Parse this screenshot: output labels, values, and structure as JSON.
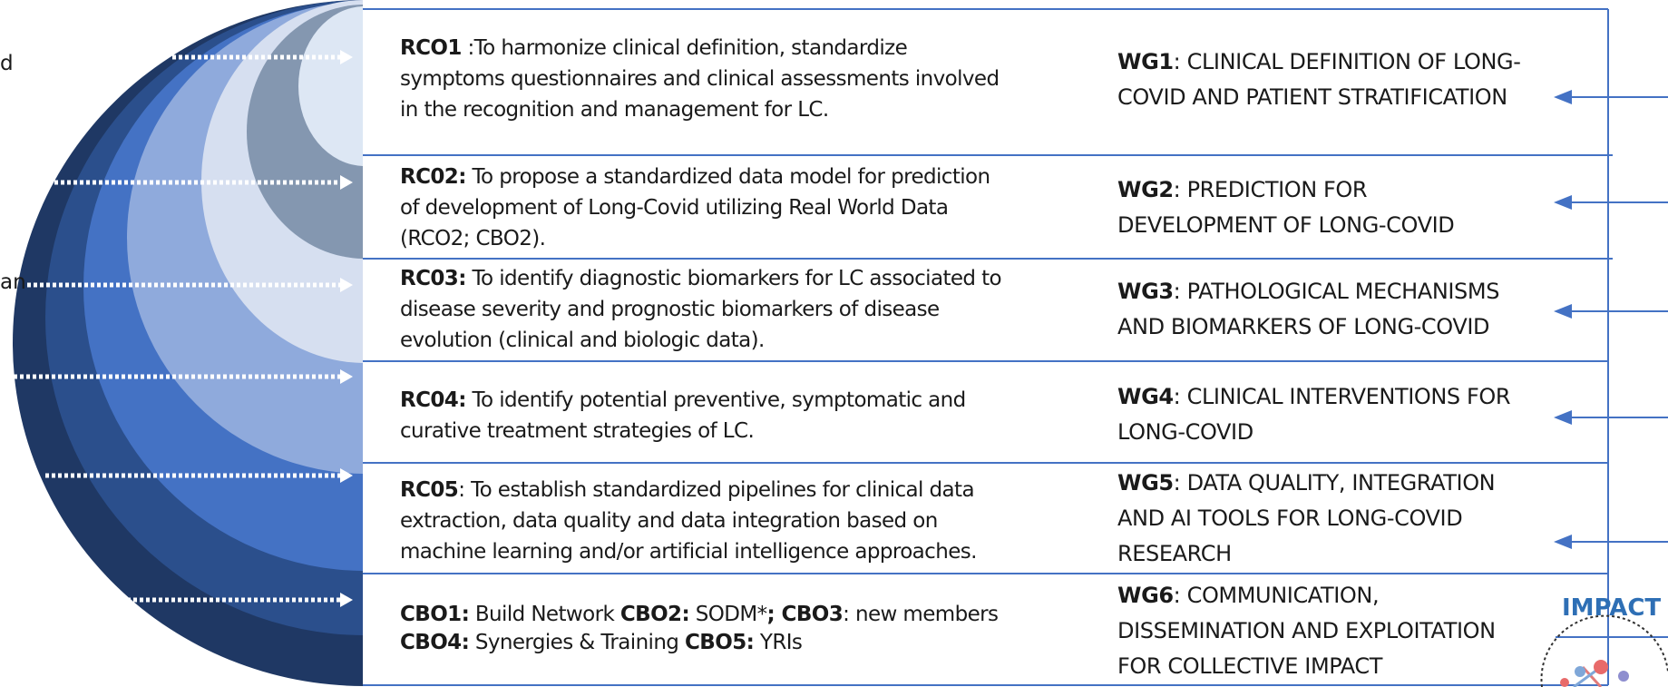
{
  "left_fragments": [
    "d",
    "an"
  ],
  "objectives": [
    {
      "id": "RCO1",
      "label": "RCO1",
      "text_line1": " :To harmonize clinical definition, standardize",
      "text_line2": "symptoms questionnaires and clinical assessments involved",
      "text_line3": "in the recognition and management for LC."
    },
    {
      "id": "RC02",
      "label": "RC02:",
      "text_line1": " To propose a standardized data model for prediction",
      "text_line2": "of development of Long-Covid utilizing Real World Data",
      "text_line3": "(RCO2; CBO2)."
    },
    {
      "id": "RC03",
      "label": "RC03:",
      "text_line1": " To identify diagnostic biomarkers for LC associated to",
      "text_line2": "disease severity and prognostic biomarkers of disease",
      "text_line3": "evolution (clinical and biologic data)."
    },
    {
      "id": "RC04",
      "label": "RC04:",
      "text_line1": " To identify potential preventive, symptomatic and",
      "text_line2": "curative treatment strategies of LC."
    },
    {
      "id": "RC05",
      "label": "RC05",
      "text_line1": ": To establish standardized pipelines for clinical data",
      "text_line2": "extraction, data quality and data integration based on",
      "text_line3": "machine learning  and/or artificial intelligence approaches."
    },
    {
      "id": "CBO",
      "cbo1_label": "CBO1:",
      "cbo1_text": " Build Network ",
      "cbo2_label": "CBO2:",
      "cbo2_text": " SODM*",
      "cbo3_label": "; CBO3",
      "cbo3_text": ": new members",
      "cbo4_label": "CBO4:",
      "cbo4_text": " Synergies &  Training ",
      "cbo5_label": "CBO5:",
      "cbo5_text": " YRIs"
    }
  ],
  "working_groups": [
    {
      "label": "WG1",
      "line1": ": CLINICAL DEFINITION OF LONG-",
      "line2": "COVID AND PATIENT STRATIFICATION"
    },
    {
      "label": "WG2",
      "line1": ": PREDICTION FOR",
      "line2": "DEVELOPMENT OF LONG-COVID"
    },
    {
      "label": "WG3",
      "line1": ": PATHOLOGICAL MECHANISMS",
      "line2": "AND BIOMARKERS OF LONG-COVID"
    },
    {
      "label": "WG4",
      "line1": ": CLINICAL INTERVENTIONS FOR",
      "line2": "LONG-COVID"
    },
    {
      "label": "WG5",
      "line1": ": DATA QUALITY, INTEGRATION",
      "line2": "AND AI TOOLS FOR LONG-COVID",
      "line3": "RESEARCH"
    },
    {
      "label": "WG6",
      "line1": ": COMMUNICATION,",
      "line2": "DISSEMINATION AND EXPLOITATION",
      "line3": "FOR COLLECTIVE IMPACT"
    }
  ],
  "impact_label": "IMPACT",
  "colors": {
    "ring_darkest": "#1f3864",
    "ring_dark": "#2b4f8c",
    "ring_mid": "#4472c4",
    "ring_light": "#8faadc",
    "ring_lighter": "#d6dff0",
    "ring_slate": "#8497b0",
    "ring_pale": "#dde7f4",
    "line_blue": "#4472c4",
    "impact_blue": "#2e6fb5"
  }
}
